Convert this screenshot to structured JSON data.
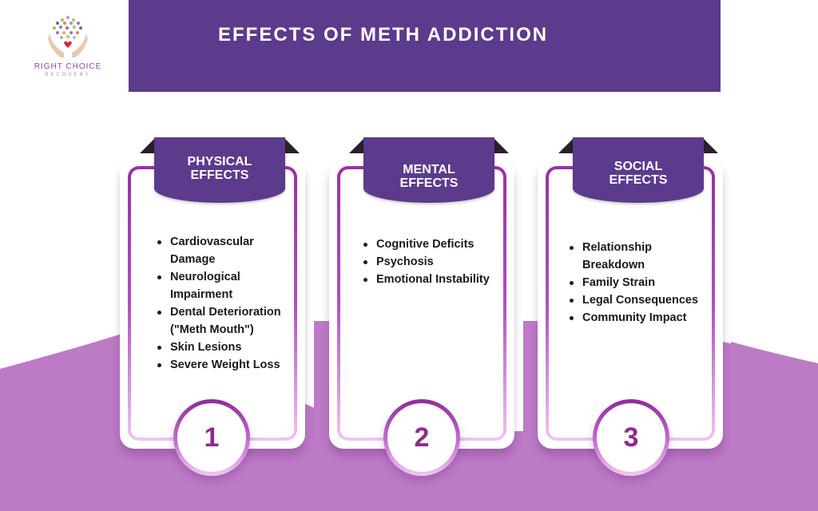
{
  "header": {
    "title": "EFFECTS OF METH ADDICTION",
    "band_color": "#5c3a8c"
  },
  "logo": {
    "brand": "RIGHT CHOICE",
    "subtitle": "RECOVERY"
  },
  "colors": {
    "accent_purple": "#5c3a8c",
    "wave_lilac": "#bd7ac6",
    "number_magenta": "#8e2a8e",
    "text_dark": "#1a1a1a"
  },
  "cards": [
    {
      "title": "PHYSICAL EFFECTS",
      "title_line1": "PHYSICAL",
      "title_line2": "EFFECTS",
      "number": "1",
      "items": [
        "Cardiovascular Damage",
        "Neurological Impairment",
        "Dental Deterioration (\"Meth Mouth\")",
        "Skin Lesions",
        "Severe Weight Loss"
      ]
    },
    {
      "title": "MENTAL EFFECTS",
      "title_line1": "MENTAL",
      "title_line2": "EFFECTS",
      "number": "2",
      "items": [
        "Cognitive Deficits",
        "Psychosis",
        "Emotional Instability"
      ]
    },
    {
      "title": "SOCIAL EFFECTS",
      "title_line1": "SOCIAL",
      "title_line2": "EFFECTS",
      "number": "3",
      "items": [
        "Relationship Breakdown",
        "Family Strain",
        "Legal Consequences",
        "Community Impact"
      ]
    }
  ]
}
